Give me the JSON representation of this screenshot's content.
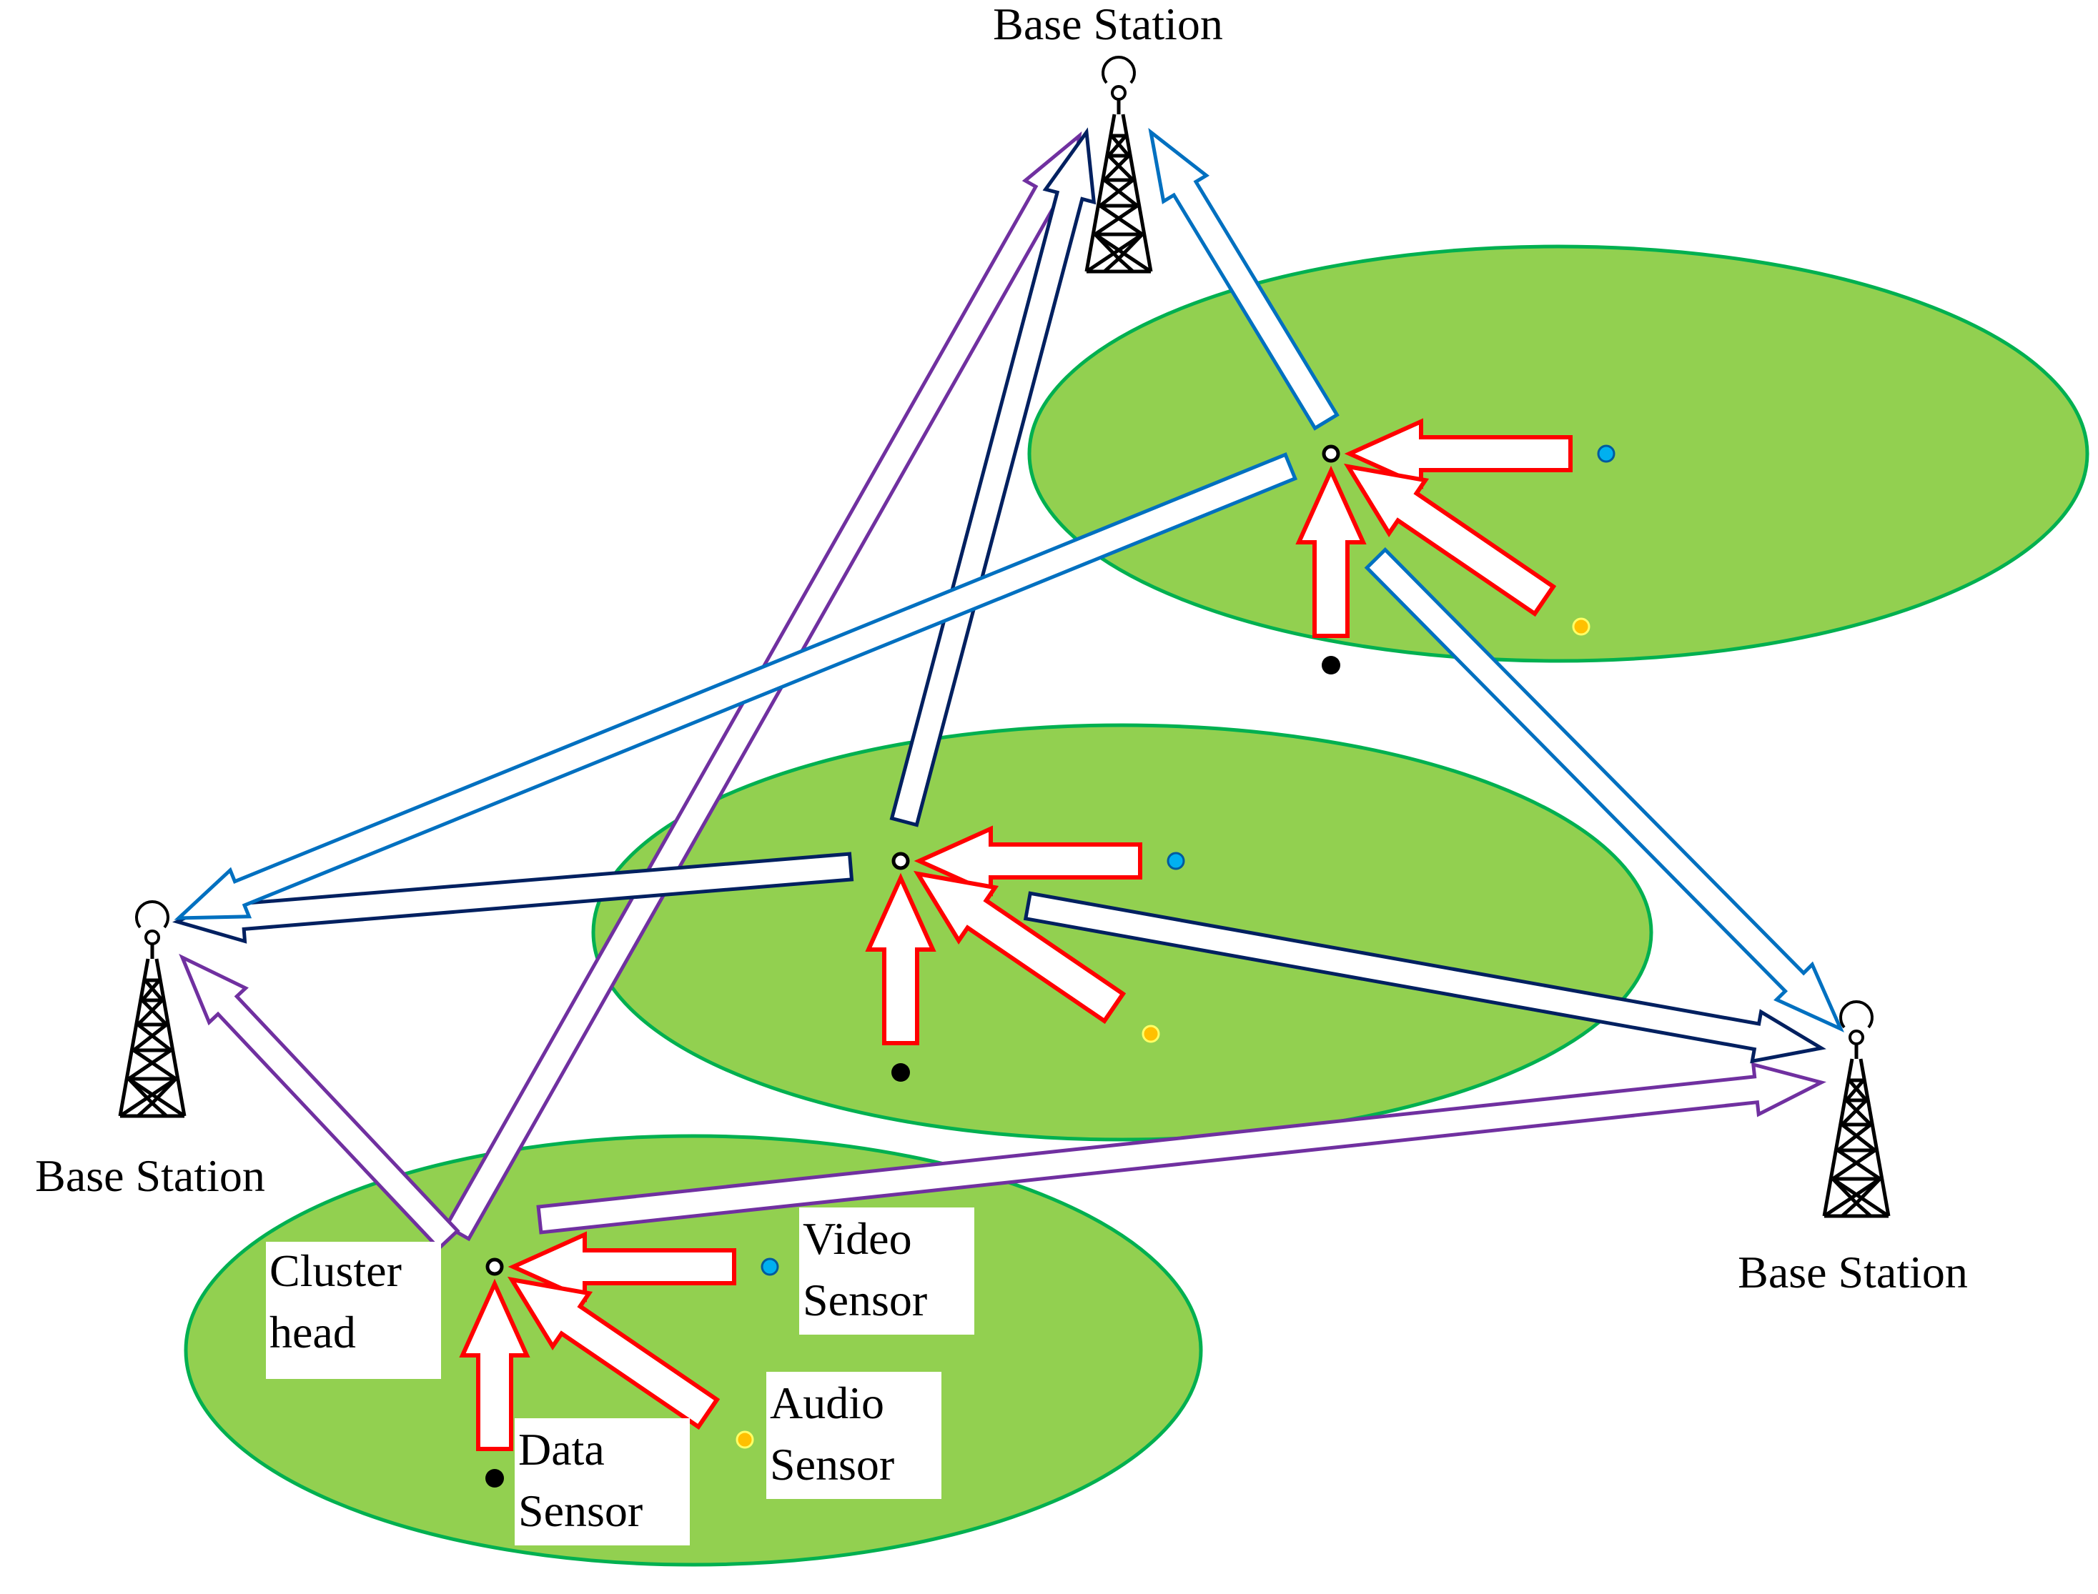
{
  "colors": {
    "cluster_fill": "#92d050",
    "cluster_stroke": "#00b050",
    "sensor_arrow_stroke": "#ff0000",
    "purple_link": "#7030a0",
    "navy_link": "#002060",
    "blue_link": "#0070c0",
    "video_sensor": "#00b0f0",
    "audio_sensor": "#ffc000",
    "data_sensor": "#000000",
    "tower": "#000000"
  },
  "labels": {
    "base_station_top": "Base Station",
    "base_station_left": "Base Station",
    "base_station_right": "Base Station",
    "cluster_head_line1": "Cluster",
    "cluster_head_line2": "head",
    "video_sensor_line1": "Video",
    "video_sensor_line2": "Sensor",
    "audio_sensor_line1": "Audio",
    "audio_sensor_line2": "Sensor",
    "data_sensor_line1": "Data",
    "data_sensor_line2": "Sensor"
  },
  "icons": {
    "base_station": "antenna-tower-icon",
    "cluster_head": "hollow-circle-node",
    "video_sensor": "blue-dot",
    "audio_sensor": "yellow-dot",
    "data_sensor": "black-dot"
  }
}
